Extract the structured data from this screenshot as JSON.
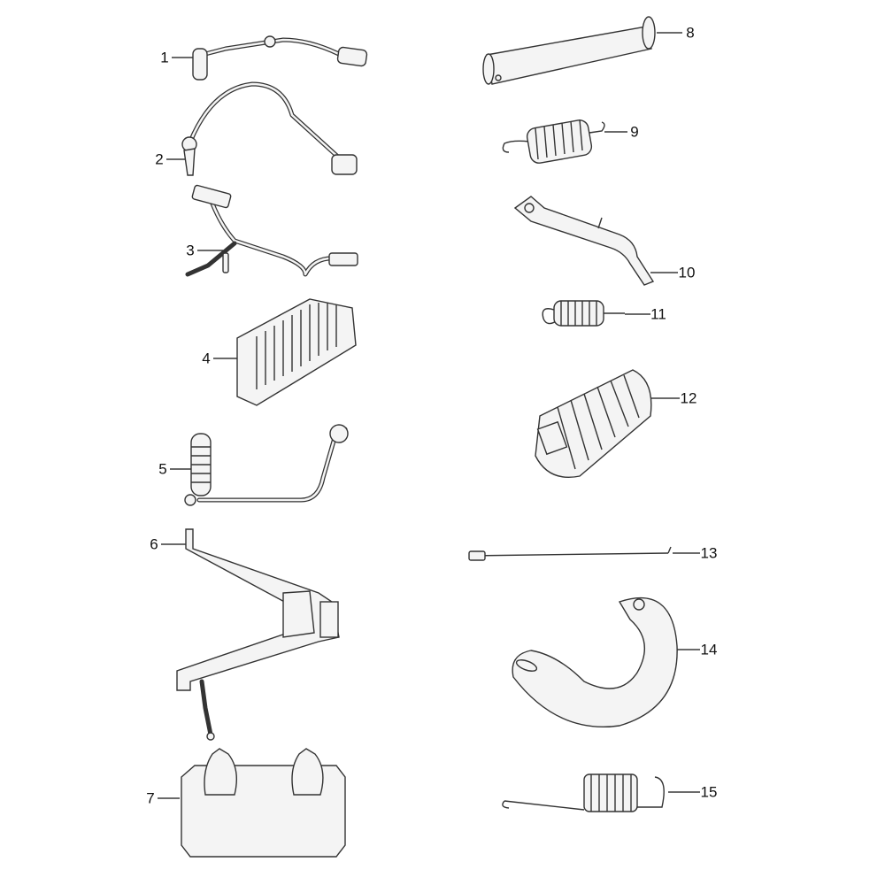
{
  "parts": [
    {
      "label": "1"
    },
    {
      "label": "2"
    },
    {
      "label": "3"
    },
    {
      "label": "4"
    },
    {
      "label": "5"
    },
    {
      "label": "6"
    },
    {
      "label": "7"
    },
    {
      "label": "8"
    },
    {
      "label": "9"
    },
    {
      "label": "10"
    },
    {
      "label": "11"
    },
    {
      "label": "12"
    },
    {
      "label": "13"
    },
    {
      "label": "14"
    },
    {
      "label": "15"
    }
  ]
}
